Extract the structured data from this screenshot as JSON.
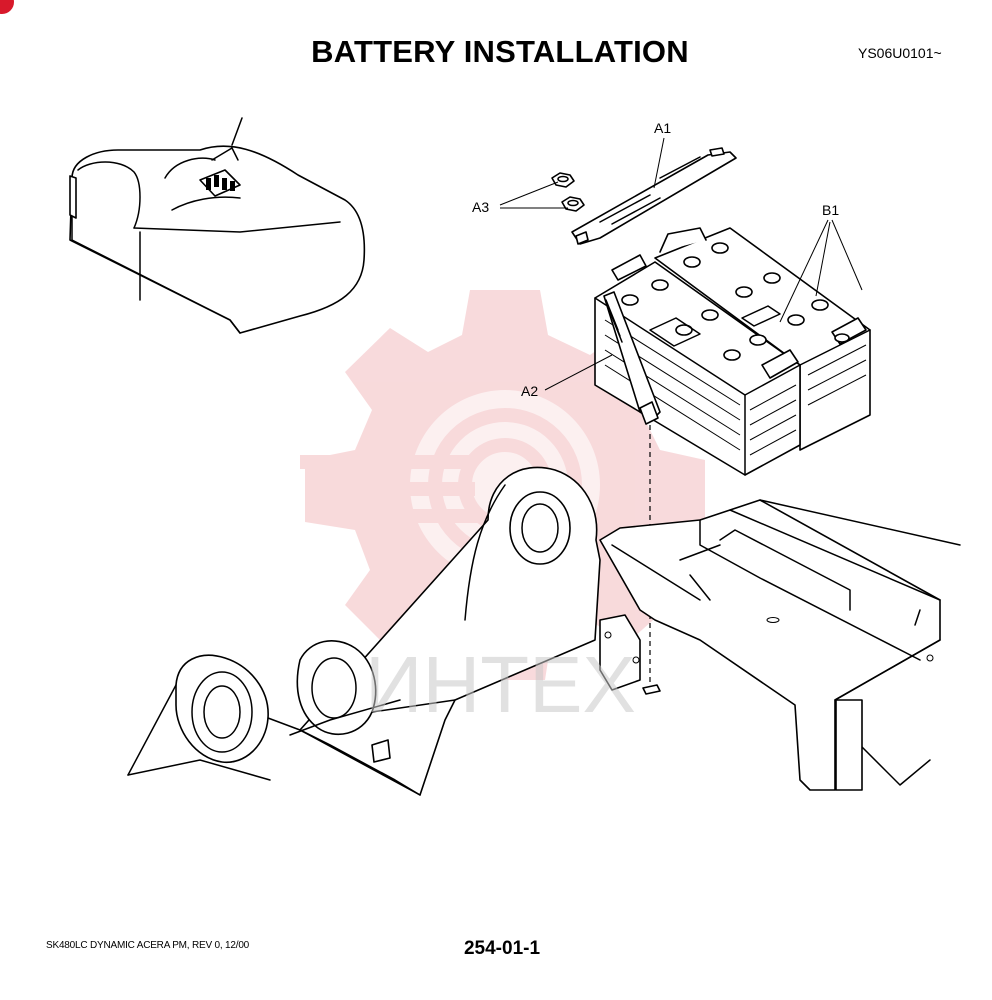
{
  "page": {
    "title": "BATTERY INSTALLATION",
    "doc_code": "YS06U0101~",
    "footer_left": "SK480LC DYNAMIC ACERA PM, REV 0, 12/00",
    "footer_center": "254-01-1"
  },
  "callouts": {
    "a1": "A1",
    "a2": "A2",
    "a3": "A3",
    "b1": "B1"
  },
  "watermark": {
    "text": "ИНТЕХ",
    "color": "#f2b6b9"
  }
}
